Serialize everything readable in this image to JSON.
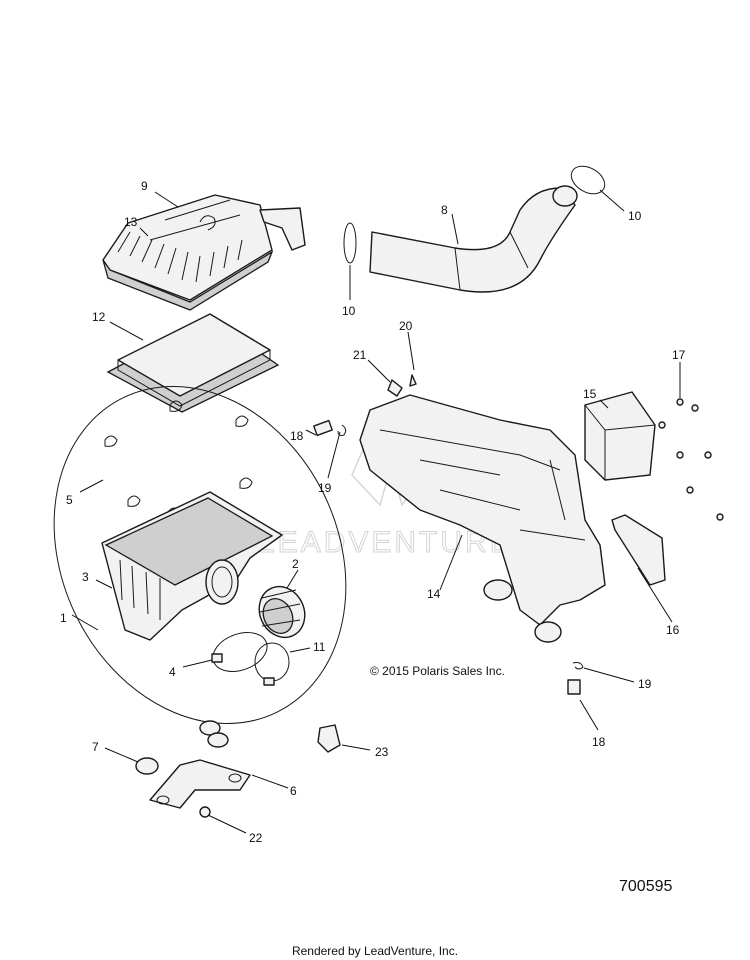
{
  "watermark": "LEADVENTURE",
  "copyright": "© 2015 Polaris Sales Inc.",
  "diagram_number": "700595",
  "footer": "Rendered by LeadVenture, Inc.",
  "callouts": [
    "9",
    "13",
    "8",
    "10",
    "10",
    "12",
    "20",
    "21",
    "17",
    "15",
    "18",
    "19",
    "5",
    "2",
    "3",
    "14",
    "16",
    "1",
    "11",
    "4",
    "19",
    "18",
    "7",
    "23",
    "6",
    "22"
  ]
}
